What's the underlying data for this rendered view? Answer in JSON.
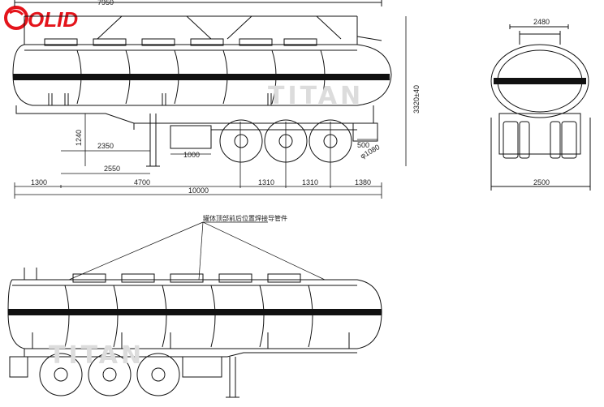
{
  "logo": {
    "text": "OLID",
    "color": "#e4141b"
  },
  "watermark": "TITAN",
  "note_label": "罐体顶部前后位置焊接导管件",
  "dimensions": {
    "top_overall": "7950",
    "height": "3320±40",
    "rear_width_top": "2480",
    "rear_width_bottom": "2500",
    "kingpin_height": "1240",
    "d_2350": "2350",
    "d_2550": "2550",
    "d_1000": "1000",
    "d_500": "500",
    "wheel_dia": "φ1080",
    "d_1300": "1300",
    "d_4700": "4700",
    "d_1310a": "1310",
    "d_1310b": "1310",
    "d_1380": "1380",
    "overall_length": "10000"
  },
  "colors": {
    "line": "#111111",
    "band": "#111111",
    "watermark": "#dcdcdc"
  }
}
